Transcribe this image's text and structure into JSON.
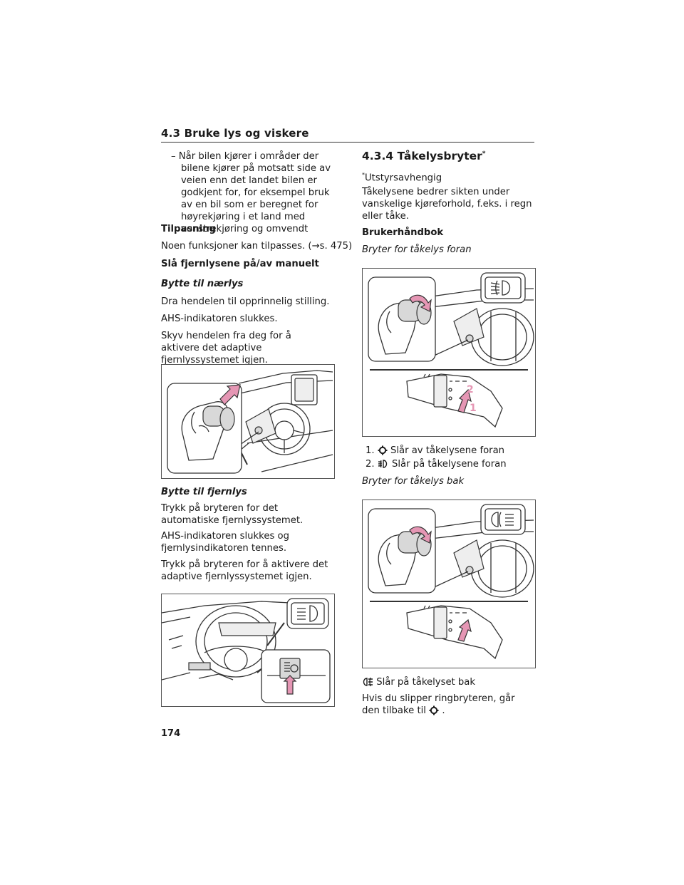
{
  "header": {
    "section": "4.3 Bruke lys og viskere"
  },
  "left": {
    "dash_item": "– Når bilen kjører i områder der bilene kjører på motsatt side av veien enn det landet bilen er godkjent for, for eksempel bruk av en bil som er beregnet for høyrekjøring i et land med venstrekjøring og omvendt",
    "tilpasning_heading": "Tilpasning",
    "tilpasning_text": "Noen funksjoner kan tilpasses. (→s. 475)",
    "manual_heading": "Slå fjernlysene på/av manuelt",
    "low_heading": "Bytte til nærlys",
    "low_p1": "Dra hendelen til opprinnelig stilling.",
    "low_p2": "AHS-indikatoren slukkes.",
    "low_p3": "Skyv hendelen fra deg for å aktivere det adaptive fjernlyssystemet igjen.",
    "high_heading": "Bytte til fjernlys",
    "high_p1": "Trykk på bryteren for det automatiske fjernlyssystemet.",
    "high_p2": "AHS-indikatoren slukkes og fjernlysindikatoren tennes.",
    "high_p3": "Trykk på bryteren for å aktivere det adaptive fjernlyssystemet igjen."
  },
  "right": {
    "section_title": "4.3.4 Tåkelysbryter",
    "section_mark": "*",
    "footnote_mark": "*",
    "footnote": "Utstyrsavhengig",
    "intro": "Tåkelysene bedrer sikten under vanskelige kjøreforhold, f.eks. i regn eller tåke.",
    "manual_heading": "Brukerhåndbok",
    "front_heading": "Bryter for tåkelys foran",
    "front_items": [
      {
        "num": "1.",
        "text": "Slår av tåkelysene foran"
      },
      {
        "num": "2.",
        "text": "Slår på tåkelysene foran"
      }
    ],
    "fig_labels": {
      "one": "1",
      "two": "2"
    },
    "rear_heading": "Bryter for tåkelys bak",
    "rear_item": "Slår på tåkelyset bak",
    "rear_note_a": "Hvis du slipper ringbryteren, går den tilbake til",
    "rear_note_b": "."
  },
  "page_number": "174",
  "colors": {
    "accent_pink": "#e596b4",
    "line": "#333333"
  },
  "icons": [
    "fog-off-icon",
    "front-fog-icon",
    "rear-fog-icon",
    "headlight-icon",
    "ahs-icon"
  ]
}
